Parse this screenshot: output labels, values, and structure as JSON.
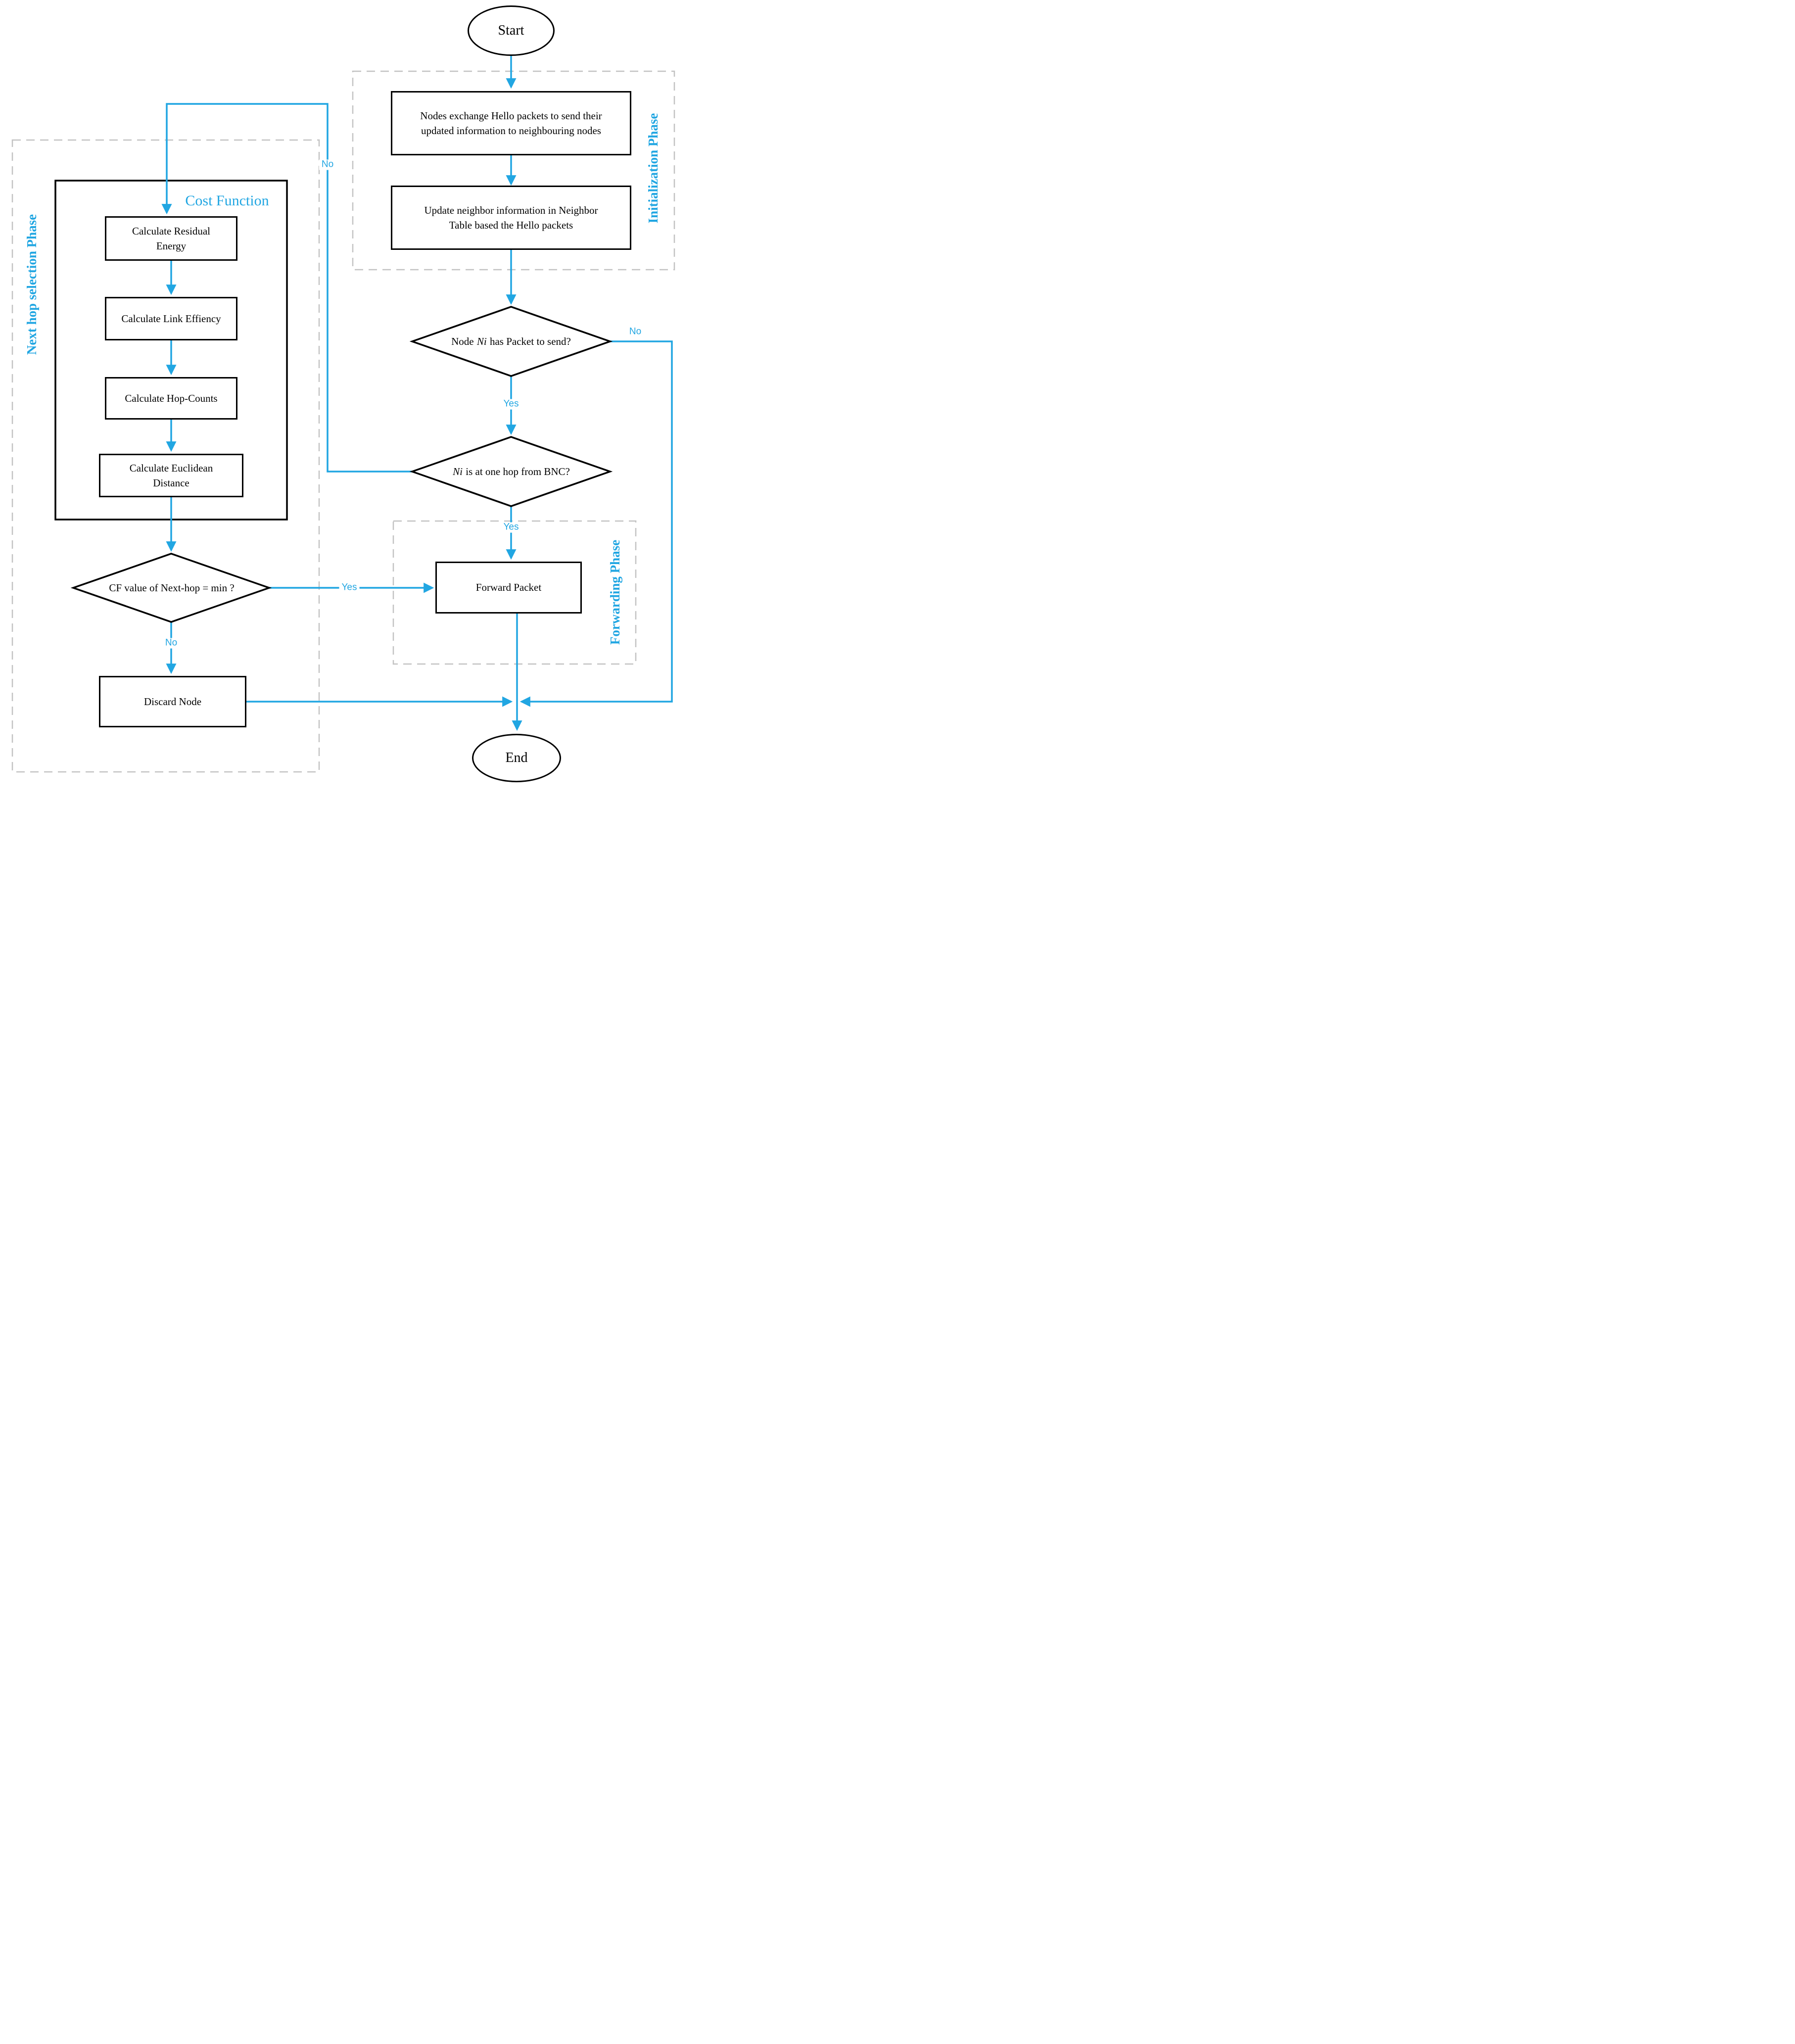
{
  "palette": {
    "accent_blue": "#21A6E2",
    "dash_gray": "#C3C3C3",
    "ink_black": "#000000"
  },
  "terminals": {
    "start": "Start",
    "end": "End"
  },
  "phases": {
    "initialization": "Initialization Phase",
    "forwarding": "Forwarding Phase",
    "next_hop": "Next hop selection Phase"
  },
  "process": {
    "exchange_hello": "Nodes exchange Hello packets to send their\nupdated information to neighbouring nodes",
    "update_table": "Update neighbor information in Neighbor\nTable based the Hello packets",
    "forward_packet": "Forward Packet",
    "discard_node": "Discard Node"
  },
  "cost_function": {
    "title": "Cost Function",
    "steps": [
      "Calculate Residual\nEnergy",
      "Calculate Link Effiency",
      "Calculate Hop-Counts",
      "Calculate Euclidean\nDistance"
    ]
  },
  "decisions": {
    "has_packet": {
      "pre": "Node ",
      "em": "Ni",
      "post": " has Packet to send?"
    },
    "one_hop": {
      "pre": "",
      "em": "Ni",
      "post": " is at one hop from BNC?"
    },
    "cf_min": {
      "pre": "",
      "em": "",
      "post": "CF value of Next-hop = min ?"
    }
  },
  "edge_labels": {
    "yes_has_packet": "Yes",
    "yes_one_hop": "Yes",
    "yes_cf": "Yes",
    "no_has_packet": "No",
    "no_one_hop": "No",
    "no_cf": "No"
  }
}
